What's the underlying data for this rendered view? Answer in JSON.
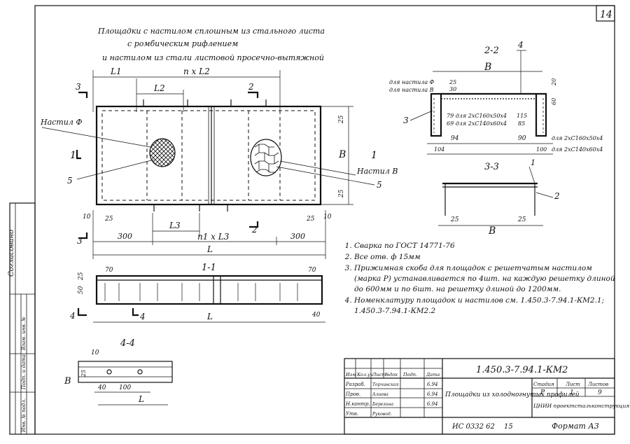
{
  "sheet_number": "14",
  "title_lines": [
    "Площадки с настилом сплошным из стального листа",
    "с ромбическим рифлением",
    "и настилом из стали листовой просечно-вытяжной"
  ],
  "plan": {
    "dim_L1": "L1",
    "dim_nL2": "n x L2",
    "dim_L2": "L2",
    "dim_L3": "L3",
    "dim_n1L3": "n1 x L3",
    "dim_L": "L",
    "dim_B": "B",
    "dim_300_left": "300",
    "dim_300_right": "300",
    "dim_25_a": "25",
    "dim_25_b": "25",
    "dim_25_c": "25",
    "dim_25_d": "25",
    "dim_10_a": "10",
    "dim_10_b": "10",
    "label_nastil_f": "Настил Ф",
    "label_nastil_v": "Настил В",
    "callout_5_left": "5",
    "callout_5_right": "5",
    "sec_3_top": "3",
    "sec_3_bot": "3",
    "sec_2_top": "2",
    "sec_2_bot": "2",
    "sec_1_left": "1",
    "sec_1_right": "1"
  },
  "section_2_2": {
    "title": "2-2",
    "dim_B": "B",
    "callout_4": "4",
    "callout_3": "3",
    "note_f": "для настила Ф",
    "note_v": "для настила В",
    "d25": "25",
    "d30": "30",
    "d20": "20",
    "d60": "60",
    "row1": "79 для 2хС160х50х4",
    "row2": "69 для 2хС140х60х4",
    "d115": "115",
    "d85": "85",
    "d94": "94",
    "d90": "90",
    "d104": "104",
    "d100": "100",
    "prof1": "для 2хС160х50х4",
    "prof2": "для 2хС140х60х4"
  },
  "section_3_3": {
    "title": "3-3",
    "callout_1": "1",
    "callout_2": "2",
    "d25_l": "25",
    "d25_r": "25",
    "dim_B": "B"
  },
  "section_1_1": {
    "title": "1-1",
    "d70_l": "70",
    "d70_r": "70",
    "d25": "25",
    "d50": "50",
    "d40": "40",
    "dim_L": "L",
    "sec4_l": "4",
    "sec4_r": "4"
  },
  "section_4_4": {
    "title": "4-4",
    "d10": "10",
    "d25": "25",
    "d40": "40",
    "d100": "100",
    "dim_B": "B",
    "dim_L": "L"
  },
  "notes": [
    "Сварка по ГОСТ 14771-76",
    "Все отв. ф 15мм",
    "Прижимная скоба для площадок с решетчатым настилом (марка Р) устанавливается по 4шт. на каждую решетку длиной до 600мм и по 6шт. на решетку длиной до 1200мм.",
    "Номенклатуру площадок и настилов см. 1.450.3-7.94.1-КМ2.1; 1.450.3-7.94.1-КМ2.2"
  ],
  "stamp": {
    "code": "1.450.3-7.94.1-КМ2",
    "name": "Площадки из холодногнутых профилей",
    "head": [
      "Изм",
      "Кол.уч",
      "Лист",
      "№док",
      "Подп.",
      "Дата"
    ],
    "rows": [
      {
        "role": "Разраб.",
        "name": "Торчинская",
        "date": "6.94"
      },
      {
        "role": "Пров.",
        "name": "Алиева",
        "date": "6.94"
      },
      {
        "role": "Н.контр.",
        "name": "Березина",
        "date": "6.94"
      },
      {
        "role": "Утв.",
        "name": "Руковод.",
        "date": ""
      }
    ],
    "stage_h": "Стадия",
    "sheet_h": "Лист",
    "sheets_h": "Листов",
    "stage": "Р",
    "sheet": "1",
    "sheets": "9",
    "org": "ЦНИИ проектстальконструкция",
    "bottom_code": "ИС 0332 62",
    "bottom_num": "15",
    "format": "Формат А3"
  },
  "side_stamp": {
    "agreed": "Согласовано",
    "fields": [
      "Взам. инв. №",
      "Подп. и дата",
      "Инв. № подл."
    ]
  }
}
